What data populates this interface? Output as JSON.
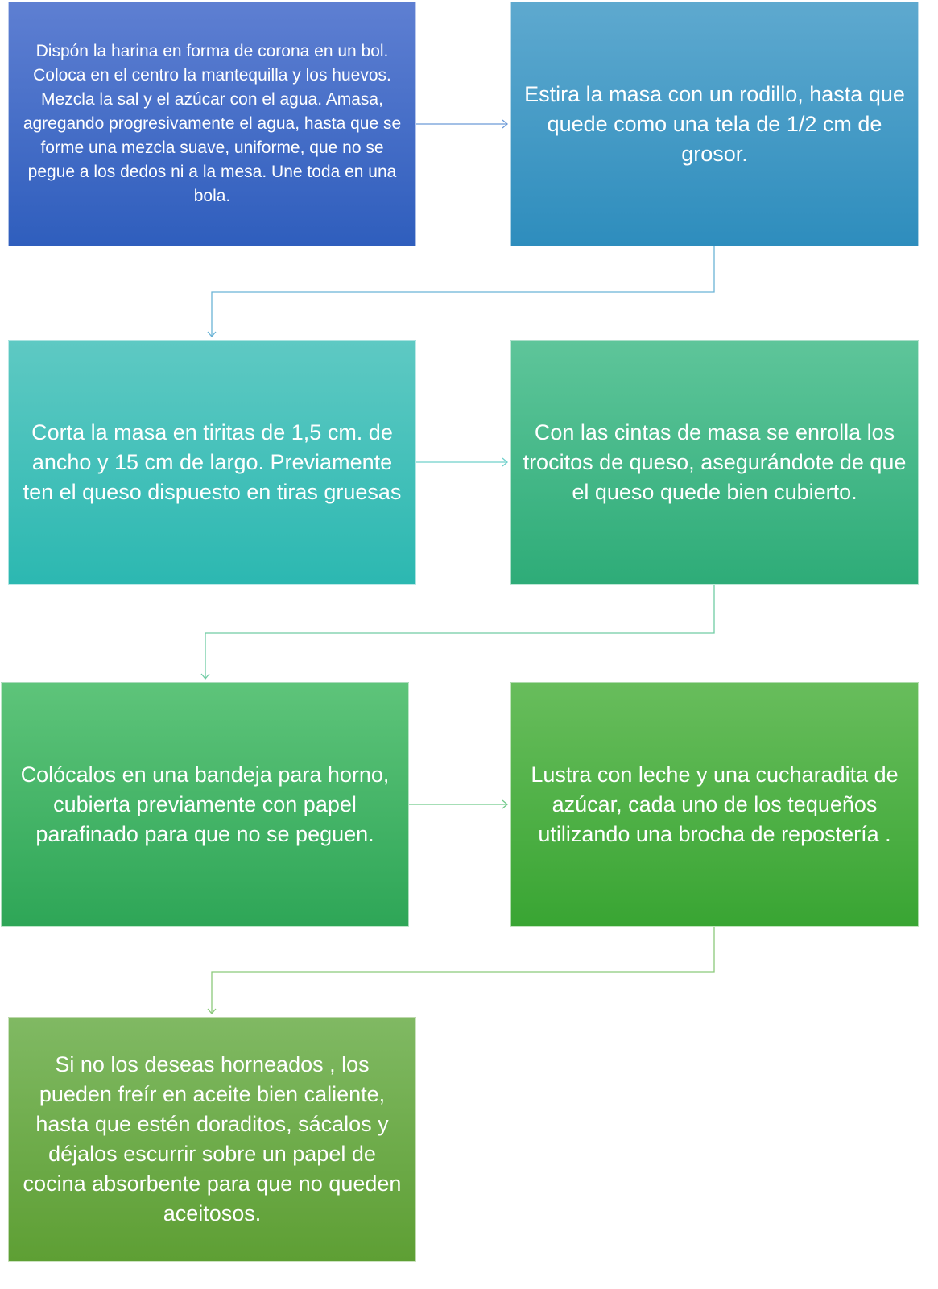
{
  "steps": [
    {
      "text": "Dispón la harina en forma de corona en un bol. Coloca en el centro la mantequilla y los huevos. Mezcla la sal y el azúcar con el agua. Amasa, agregando progresivamente el agua, hasta que se forme una mezcla suave, uniforme, que no se pegue a los dedos ni a la mesa. Une toda en una bola."
    },
    {
      "text": "Estira la masa con un rodillo, hasta que quede como una tela de 1/2 cm de grosor."
    },
    {
      "text": "Corta la masa en tiritas de 1,5 cm. de ancho y 15 cm de largo. Previamente ten el queso dispuesto en tiras gruesas"
    },
    {
      "text": "Con las cintas de masa se enrolla los trocitos de queso, asegurándote de que el queso quede bien cubierto."
    },
    {
      "text": "Colócalos en una bandeja para horno, cubierta previamente con papel parafinado para que no se peguen."
    },
    {
      "text": "Lustra con leche y una cucharadita de azúcar, cada uno de los tequeños utilizando una brocha de repostería ."
    },
    {
      "text": "Si no los deseas horneados , los pueden freír en aceite bien caliente, hasta que estén doraditos, sácalos y déjalos escurrir sobre un papel de cocina absorbente para que no queden aceitosos."
    }
  ]
}
